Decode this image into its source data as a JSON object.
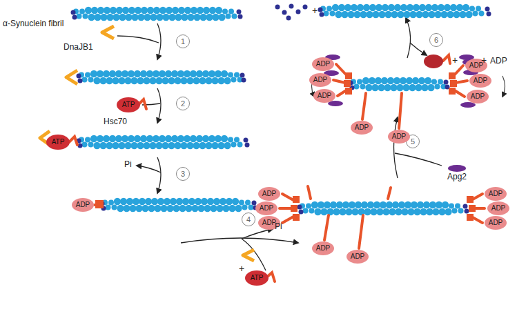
{
  "diagram": {
    "nodes": [
      {
        "text": [
          "1"
        ]
      },
      {
        "text": [
          "ATP"
        ]
      },
      {
        "text": [
          "2"
        ]
      },
      {
        "text": [
          "ATP"
        ]
      },
      {
        "text": [
          "3"
        ]
      },
      {
        "text": [
          "ADP"
        ]
      },
      {
        "text": [
          "4"
        ]
      },
      {
        "text": [
          "ATP"
        ]
      },
      {
        "text": [
          "ADP"
        ]
      },
      {
        "text": [
          "ADP"
        ]
      },
      {
        "text": [
          "ADP"
        ]
      },
      {
        "text": [
          "ADP"
        ]
      },
      {
        "text": [
          "ADP"
        ]
      },
      {
        "text": [
          "ADP"
        ]
      },
      {
        "text": [
          "ADP"
        ]
      },
      {
        "text": [
          "ADP"
        ]
      },
      {
        "text": [
          "5"
        ]
      },
      {
        "text": [
          "ADP"
        ]
      },
      {
        "text": [
          "ADP"
        ]
      },
      {
        "text": [
          "ADP"
        ]
      },
      {
        "text": [
          "ADP"
        ]
      },
      {
        "text": [
          "ADP"
        ]
      },
      {
        "text": [
          "ADP"
        ]
      },
      {
        "text": [
          "ADP"
        ]
      },
      {
        "text": [
          "ADP"
        ]
      },
      {
        "text": [
          "6"
        ]
      }
    ],
    "labels": [
      "α-Synuclein fibril",
      "DnaJB1",
      "Hsc70",
      "Pi",
      "Pi",
      "+",
      "Apg2",
      "+",
      "+",
      "+",
      "ADP"
    ]
  }
}
